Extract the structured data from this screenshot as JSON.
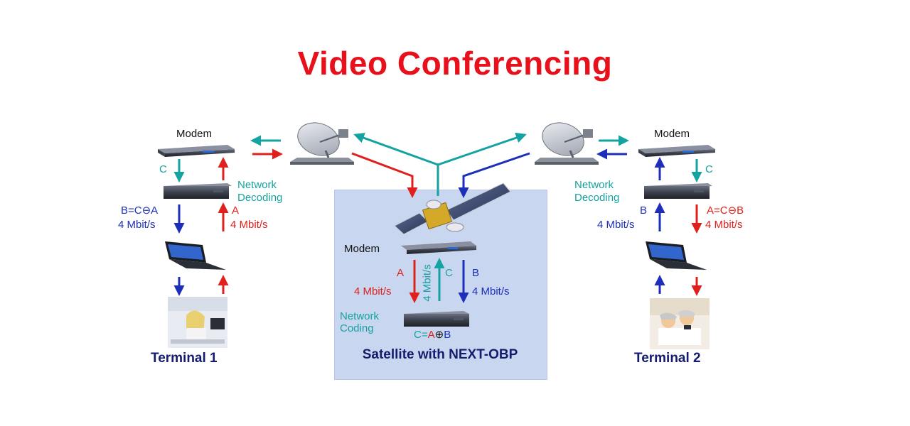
{
  "title": "Video Conferencing",
  "left": {
    "modem_label": "Modem",
    "down_label": "C",
    "decoding_label_1": "Network",
    "decoding_label_2": "Decoding",
    "down_formula": "B=C⊖A",
    "down_rate": "4 Mbit/s",
    "up_label": "A",
    "up_rate": "4 Mbit/s",
    "terminal": "Terminal 1"
  },
  "right": {
    "modem_label": "Modem",
    "down_label": "C",
    "decoding_label_1": "Network",
    "decoding_label_2": "Decoding",
    "up_label": "B",
    "up_rate": "4 Mbit/s",
    "down_formula": "A=C⊖B",
    "down_rate": "4 Mbit/s",
    "terminal": "Terminal 2"
  },
  "satellite": {
    "modem_label": "Modem",
    "a_label": "A",
    "a_rate": "4 Mbit/s",
    "c_label": "C",
    "c_rate_vertical": "4 Mbit/s",
    "b_label": "B",
    "b_rate": "4 Mbit/s",
    "coding_label_1": "Network",
    "coding_label_2": "Coding",
    "formula_c": "C=",
    "formula_a": "A",
    "formula_op": "⊕",
    "formula_b": "B",
    "caption": "Satellite with NEXT-OBP"
  },
  "colors": {
    "title": "#e8101a",
    "teal": "#14a3a0",
    "red": "#e0201c",
    "blue": "#1d2fb8",
    "box": "#c8d6ef",
    "caption": "#141c6e"
  }
}
